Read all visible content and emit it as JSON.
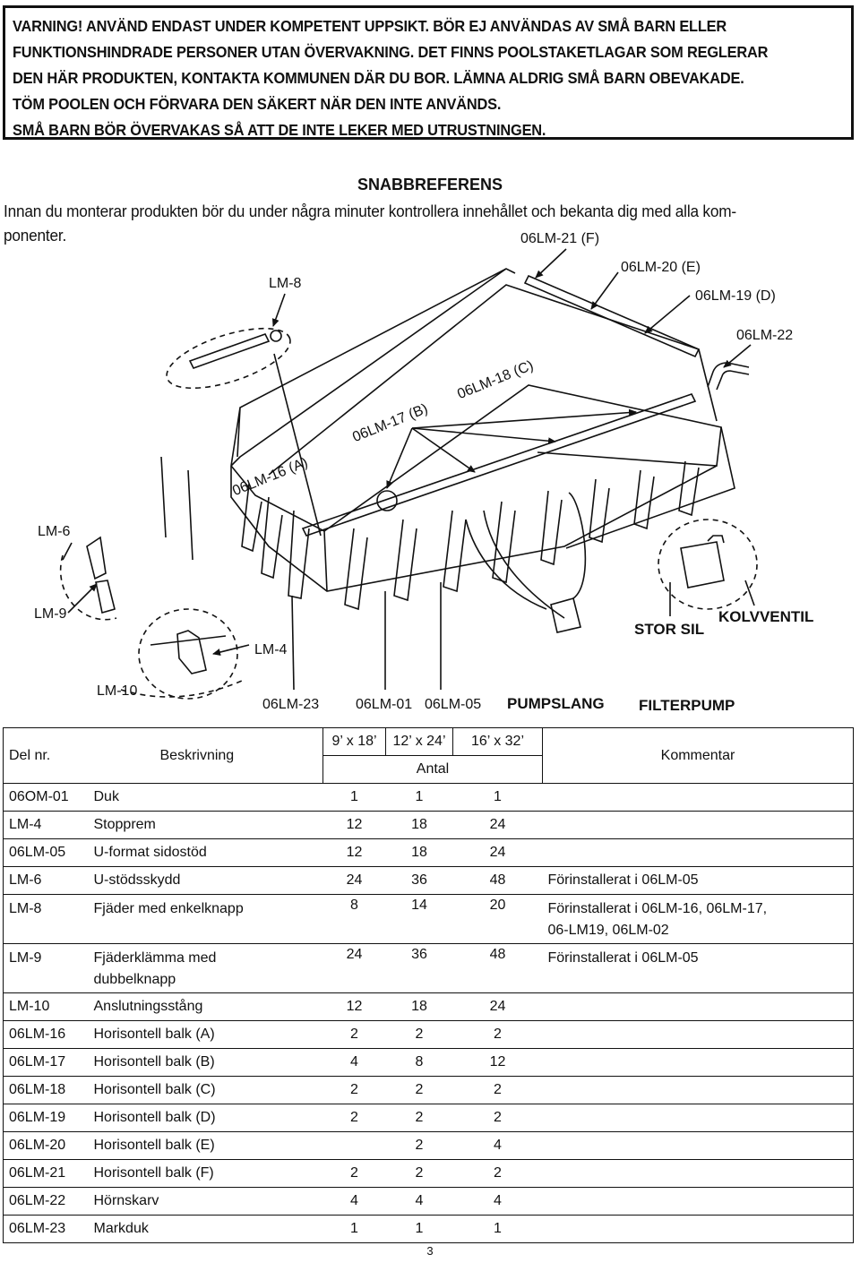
{
  "warning": {
    "lines": [
      "VARNING! ANVÄND ENDAST UNDER KOMPETENT UPPSIKT. BÖR EJ ANVÄNDAS AV SMÅ BARN ELLER",
      "FUNKTIONSHINDRADE PERSONER UTAN ÖVERVAKNING. DET FINNS POOLSTAKETLAGAR SOM REGLERAR",
      "DEN HÄR PRODUKTEN, KONTAKTA KOMMUNEN DÄR DU BOR. LÄMNA ALDRIG SMÅ BARN OBEVAKADE.",
      "TÖM POOLEN OCH FÖRVARA DEN SÄKERT NÄR DEN INTE ANVÄNDS.",
      "SMÅ BARN BÖR ÖVERVAKAS SÅ ATT DE INTE LEKER MED UTRUSTNINGEN."
    ]
  },
  "quickref": {
    "title": "SNABBREFERENS",
    "intro_line1": "Innan du monterar produkten bör du under några minuter kontrollera innehållet och bekanta dig med alla kom-",
    "intro_line2": "ponenter."
  },
  "diagram": {
    "labels": {
      "f": "06LM-21 (F)",
      "e": "06LM-20 (E)",
      "d": "06LM-19 (D)",
      "c": "06LM-18 (C)",
      "b": "06LM-17 (B)",
      "a": "06LM-16 (A)",
      "lm8": "LM-8",
      "lm22": "06LM-22",
      "lm6": "LM-6",
      "lm9": "LM-9",
      "lm4": "LM-4",
      "lm10": "LM-10",
      "lm23": "06LM-23",
      "lm01": "06LM-01",
      "lm05": "06LM-05",
      "pumpslang": "PUMPSLANG",
      "filterpump": "FILTERPUMP",
      "storsil": "STOR SIL",
      "kolvventil": "KOLVVENTIL"
    }
  },
  "table": {
    "headers": {
      "part": "Del nr.",
      "desc": "Beskrivning",
      "size1": "9’ x 18’",
      "size2": "12’ x 24’",
      "size3": "16’ x 32’",
      "qty": "Antal",
      "comment": "Kommentar"
    },
    "rows": [
      {
        "part": "06OM-01",
        "desc": "Duk",
        "q1": "1",
        "q2": "1",
        "q3": "1",
        "comment": ""
      },
      {
        "part": "LM-4",
        "desc": "Stopprem",
        "q1": "12",
        "q2": "18",
        "q3": "24",
        "comment": ""
      },
      {
        "part": "06LM-05",
        "desc": "U-format sidostöd",
        "q1": "12",
        "q2": "18",
        "q3": "24",
        "comment": ""
      },
      {
        "part": "LM-6",
        "desc": "U-stödsskydd",
        "q1": "24",
        "q2": "36",
        "q3": "48",
        "comment": "Förinstallerat i 06LM-05"
      },
      {
        "part": "LM-8",
        "desc": "Fjäder med enkelknapp",
        "q1": "8",
        "q2": "14",
        "q3": "20",
        "comment": "Förinstallerat  i 06LM-16, 06LM-17,",
        "comment2": "06-LM19, 06LM-02"
      },
      {
        "part": "LM-9",
        "desc": "Fjäderklämma med",
        "desc2": "dubbelknapp",
        "q1": "24",
        "q2": "36",
        "q3": "48",
        "comment": "Förinstallerat i 06LM-05"
      },
      {
        "part": "LM-10",
        "desc": "Anslutningsstång",
        "q1": "12",
        "q2": "18",
        "q3": "24",
        "comment": ""
      },
      {
        "part": "06LM-16",
        "desc": "Horisontell balk (A)",
        "q1": "2",
        "q2": "2",
        "q3": "2",
        "comment": ""
      },
      {
        "part": "06LM-17",
        "desc": "Horisontell balk (B)",
        "q1": "4",
        "q2": "8",
        "q3": "12",
        "comment": ""
      },
      {
        "part": "06LM-18",
        "desc": "Horisontell balk (C)",
        "q1": "2",
        "q2": "2",
        "q3": "2",
        "comment": ""
      },
      {
        "part": "06LM-19",
        "desc": "Horisontell balk (D)",
        "q1": "2",
        "q2": "2",
        "q3": "2",
        "comment": ""
      },
      {
        "part": "06LM-20",
        "desc": "Horisontell balk (E)",
        "q1": "",
        "q2": "2",
        "q3": "4",
        "comment": ""
      },
      {
        "part": "06LM-21",
        "desc": "Horisontell balk (F)",
        "q1": "2",
        "q2": "2",
        "q3": "2",
        "comment": ""
      },
      {
        "part": "06LM-22",
        "desc": "Hörnskarv",
        "q1": "4",
        "q2": "4",
        "q3": "4",
        "comment": ""
      },
      {
        "part": "06LM-23",
        "desc": "Markduk",
        "q1": "1",
        "q2": "1",
        "q3": "1",
        "comment": ""
      }
    ]
  },
  "page_number": "3"
}
